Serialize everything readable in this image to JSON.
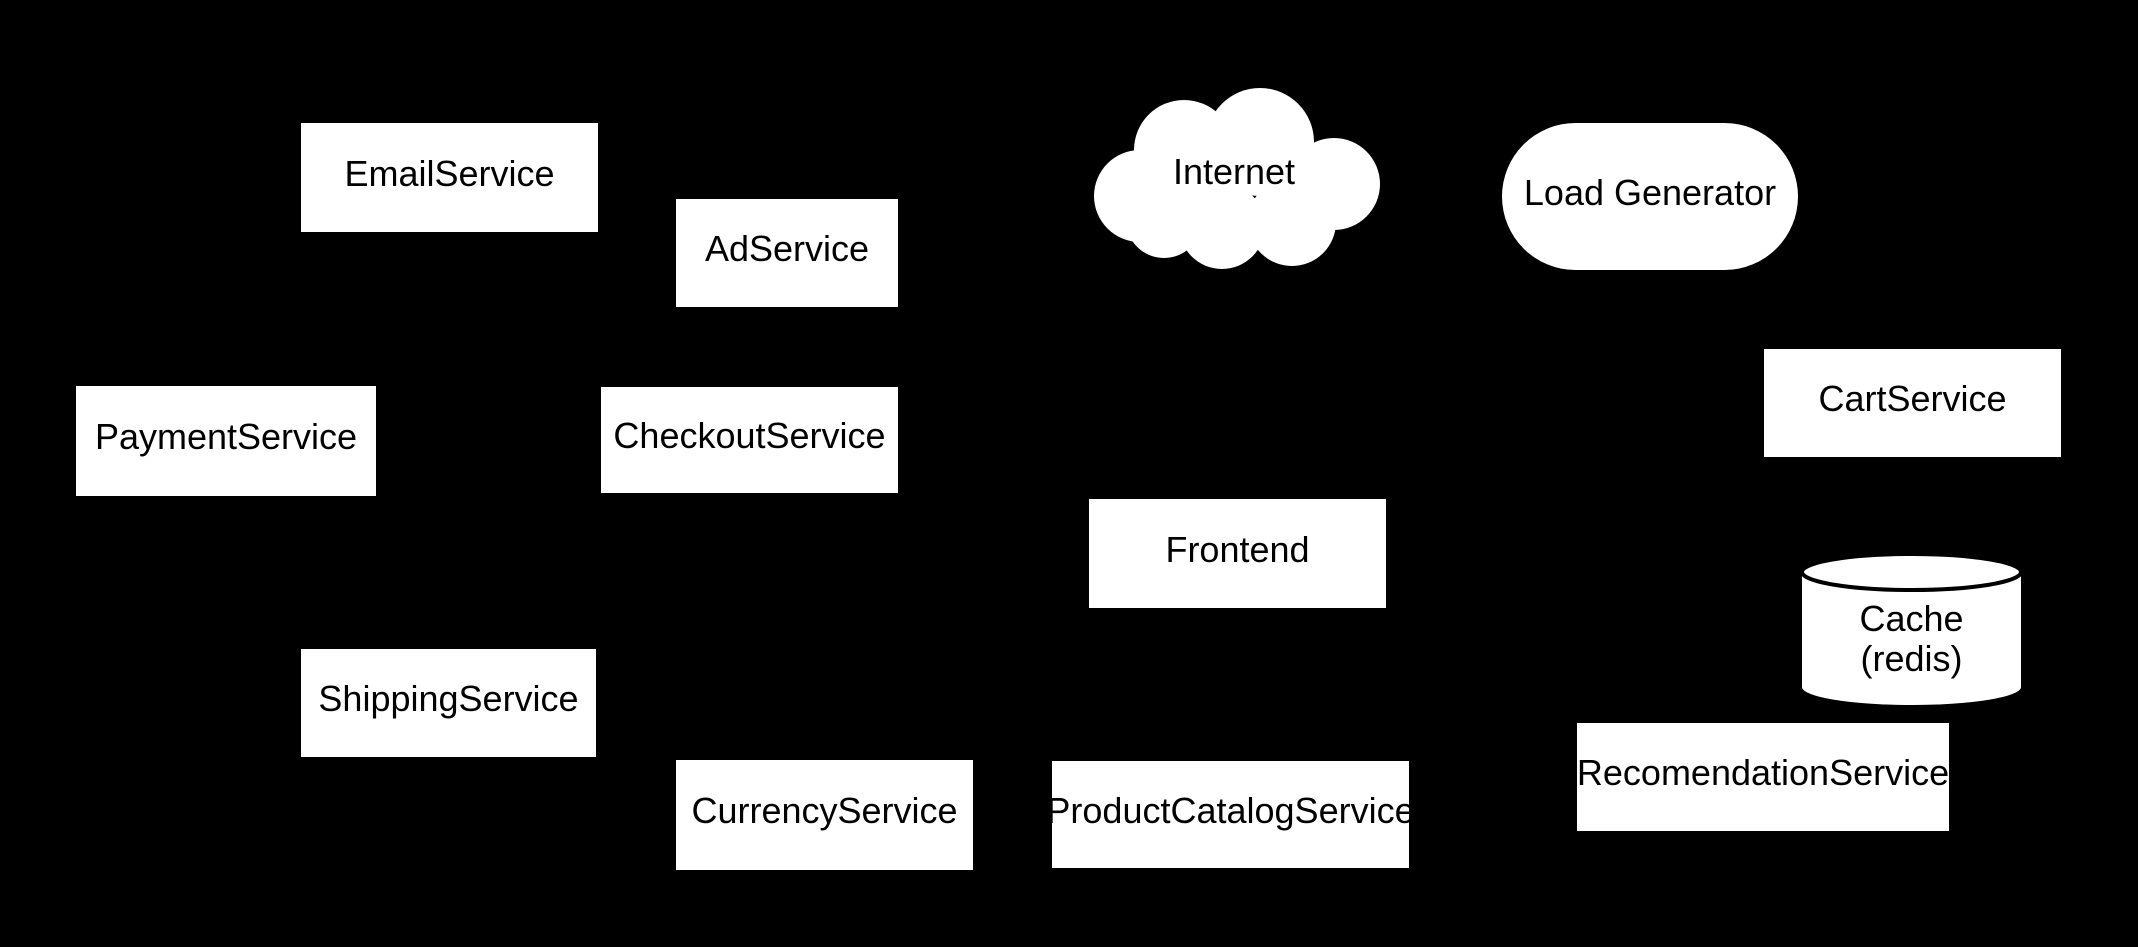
{
  "diagram": {
    "background_color": "#000000",
    "node_fill_color": "#ffffff",
    "node_text_color": "#000000",
    "nodes": {
      "email": {
        "label": "EmailService",
        "shape": "rectangle"
      },
      "ad": {
        "label": "AdService",
        "shape": "rectangle"
      },
      "internet": {
        "label": "Internet",
        "shape": "cloud"
      },
      "loadgen": {
        "label": "Load Generator",
        "shape": "stadium"
      },
      "payment": {
        "label": "PaymentService",
        "shape": "rectangle"
      },
      "checkout": {
        "label": "CheckoutService",
        "shape": "rectangle"
      },
      "cart": {
        "label": "CartService",
        "shape": "rectangle"
      },
      "frontend": {
        "label": "Frontend",
        "shape": "rectangle"
      },
      "cache": {
        "label_line1": "Cache",
        "label_line2": "(redis)",
        "shape": "cylinder"
      },
      "shipping": {
        "label": "ShippingService",
        "shape": "rectangle"
      },
      "currency": {
        "label": "CurrencyService",
        "shape": "rectangle"
      },
      "productcatalog": {
        "label": "ProductCatalogService",
        "shape": "rectangle"
      },
      "recommendation": {
        "label": "RecomendationService",
        "shape": "rectangle"
      }
    }
  }
}
